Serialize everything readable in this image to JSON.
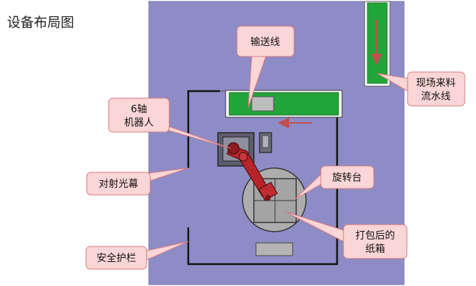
{
  "title": "设备布局图",
  "labels": {
    "conveyor": "输送线",
    "incoming_line": [
      "现场来料",
      "流水线"
    ],
    "robot": [
      "6轴",
      "机器人"
    ],
    "light_curtain": "对射光幕",
    "turntable": "旋转台",
    "packed_box": [
      "打包后的",
      "纸箱"
    ],
    "guardrail": "安全护栏"
  },
  "colors": {
    "floor": "#8d8cc6",
    "conveyor": "#22a53a",
    "callout_fill": "#fbd6d6",
    "callout_stroke": "#d9777f",
    "robot": "#b8232a",
    "fence": "#111111",
    "flow_arrow": "#c0504d"
  }
}
